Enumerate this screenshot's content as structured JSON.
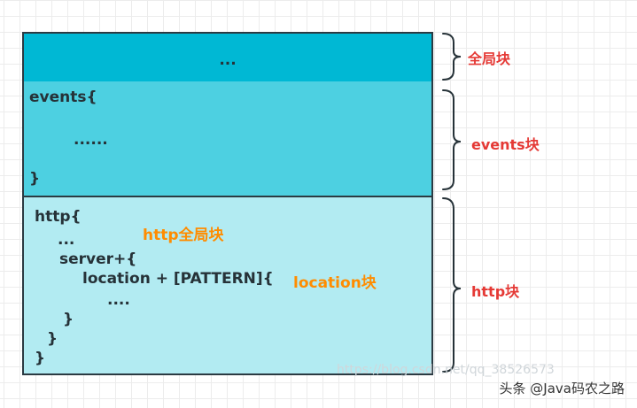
{
  "blocks": {
    "global": {
      "content": "..."
    },
    "events": {
      "open": "events{",
      "body": "......",
      "close": "}"
    },
    "http": {
      "lines": [
        "http{",
        "...",
        "server+{",
        "location + [PATTERN]{",
        "....",
        "}",
        "}",
        "}"
      ],
      "inner_label_global": "http全局块",
      "inner_label_location": "location块"
    }
  },
  "labels": {
    "global": "全局块",
    "events": "events块",
    "http": "http块"
  },
  "watermark": "https://blog.csdn.net/qq_38526573",
  "credit": "头条 @Java码农之路",
  "colors": {
    "global_fill": "#00b8d4",
    "events_fill": "#4dd0e1",
    "http_fill": "#b2ebf2",
    "label_red": "#e53935",
    "label_orange": "#ff8c00"
  }
}
